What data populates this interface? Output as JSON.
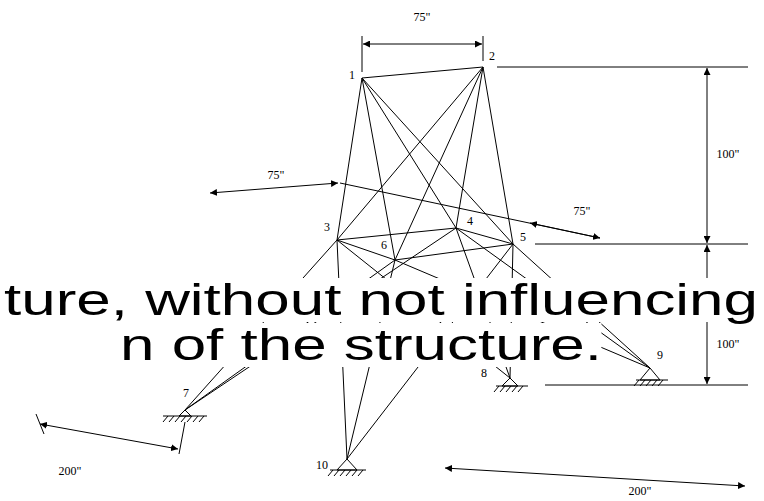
{
  "diagram": {
    "labels": [
      "75\"",
      "1",
      "2",
      "100\"",
      "75\"",
      "3",
      "6",
      "4",
      "75\"",
      "5",
      "100\"",
      "ture, without not influencing",
      "n of the structure.",
      "8",
      "7",
      "9",
      "10",
      "200\"",
      "200\""
    ]
  }
}
